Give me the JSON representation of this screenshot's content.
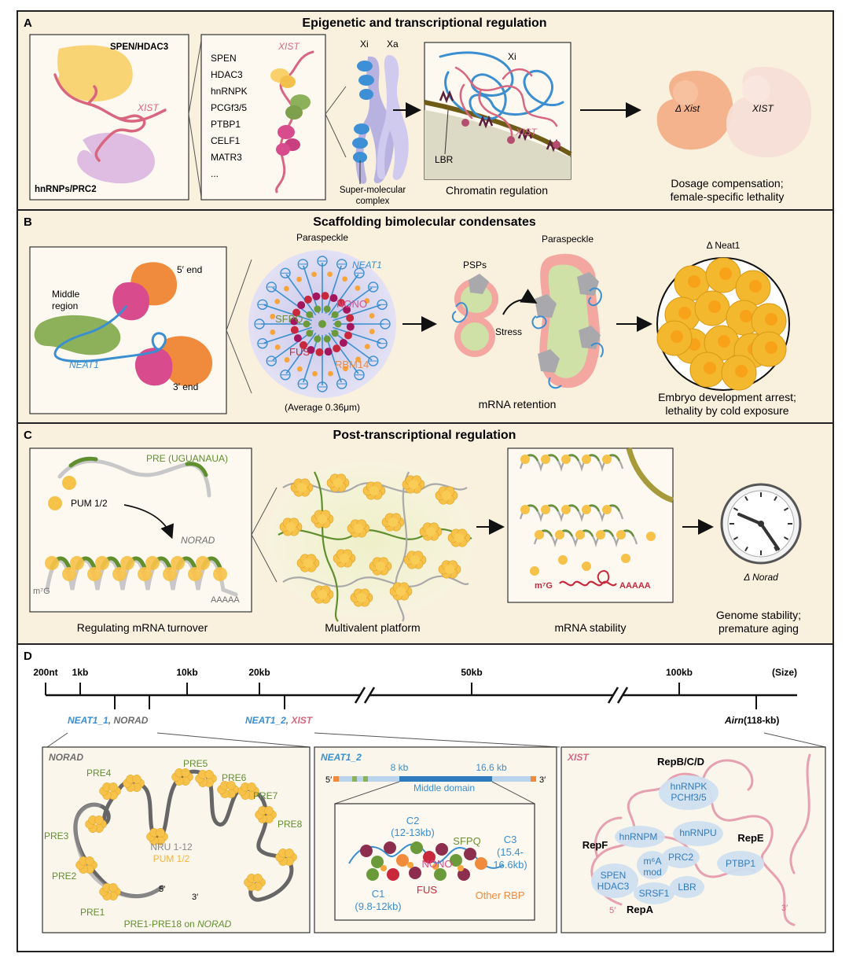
{
  "colors": {
    "panel_bg": "#f9f0de",
    "panel_border": "#222222",
    "box_bg": "#fdf9f1",
    "xist_pink": "#d9667f",
    "neat_blue": "#3b8fd1",
    "pum_yellow": "#f7c24a",
    "pre_green": "#5f8f2f",
    "spen_yellow": "#f9d06a",
    "hnrnp_lilac": "#dcb6e0",
    "sfpq_green": "#8db05a",
    "nono_magenta": "#d84c8e",
    "orange": "#f08a3c",
    "fus_red": "#c8283c",
    "grey_text": "#6e6e6e"
  },
  "panelA": {
    "letter": "A",
    "title": "Epigenetic and transcriptional regulation",
    "box1": {
      "spen_label": "SPEN/HDAC3",
      "xist_label": "XIST",
      "hnrnp_label": "hnRNPs/PRC2"
    },
    "box2": {
      "xist_label": "XIST",
      "proteins": [
        "SPEN",
        "HDAC3",
        "hnRNPK",
        "PCGf3/5",
        "PTBP1",
        "CELF1",
        "MATR3",
        "..."
      ]
    },
    "chromosome": {
      "xi": "Xi",
      "xa": "Xa",
      "caption_line1": "Super-molecular",
      "caption_line2": "complex"
    },
    "chromatin": {
      "xi": "Xi",
      "xist": "XIST",
      "lbr": "LBR",
      "caption": "Chromatin regulation"
    },
    "embryos": {
      "delta_xist": "Δ Xist",
      "xist": "XIST"
    },
    "outcome_line1": "Dosage compensation;",
    "outcome_line2": "female-specific lethality"
  },
  "panelB": {
    "letter": "B",
    "title": "Scaffolding bimolecular condensates",
    "box": {
      "five_end": "5′ end",
      "middle_line1": "Middle",
      "middle_line2": "region",
      "neat1": "NEAT1",
      "three_end": "3′ end"
    },
    "paraspeckle": {
      "title": "Paraspeckle",
      "neat1": "NEAT1",
      "nono": "NONO",
      "sfpq": "SFPQ",
      "fus": "FUS",
      "rbm14": "RBM14",
      "caption": "(Average 0.36μm)"
    },
    "retention": {
      "psps": "PSPs",
      "title": "Paraspeckle",
      "stress": "Stress",
      "caption": "mRNA retention"
    },
    "knockout": {
      "label": "Δ Neat1",
      "line1": "Embryo development arrest;",
      "line2": "lethality by cold exposure"
    }
  },
  "panelC": {
    "letter": "C",
    "title": "Post-transcriptional regulation",
    "box": {
      "pre": "PRE (UGUANAUA)",
      "pum": "PUM 1/2",
      "norad": "NORAD",
      "m7g": "m⁷G",
      "polya": "AAAAA",
      "caption": "Regulating mRNA turnover"
    },
    "platform_caption": "Multivalent platform",
    "stability": {
      "m7g": "m⁷G",
      "polya": "AAAAA",
      "caption": "mRNA stability"
    },
    "knockout": {
      "label": "Δ Norad",
      "line1": "Genome stability;",
      "line2": "premature aging"
    }
  },
  "panelD": {
    "letter": "D",
    "size_label": "(Size)",
    "ticks": [
      {
        "label": "200nt",
        "kb": 0.2
      },
      {
        "label": "1kb",
        "kb": 1
      },
      {
        "label": "10kb",
        "kb": 10
      },
      {
        "label": "20kb",
        "kb": 20
      },
      {
        "label": "50kb",
        "kb": 50
      },
      {
        "label": "100kb",
        "kb": 100
      }
    ],
    "below_neat1_1": "NEAT1_1",
    "below_sep": ", ",
    "below_norad": "NORAD",
    "below_neat1_2": "NEAT1_2",
    "below_xist": "XIST",
    "below_airn": "Airn",
    "below_airn_size": "(118-kb)",
    "norad_box": {
      "title": "NORAD",
      "pres": [
        "PRE1",
        "PRE2",
        "PRE3",
        "PRE4",
        "PRE5",
        "PRE6",
        "PRE7",
        "PRE8"
      ],
      "nru": "NRU 1-12",
      "pum": "PUM 1/2",
      "five": "5′",
      "three": "3′",
      "footer_prefix": "PRE1-PRE18 on ",
      "footer_norad": "NORAD"
    },
    "neat_box": {
      "title": "NEAT1_2",
      "kb8": "8 kb",
      "kb16": "16.6 kb",
      "five": "5′",
      "three": "3′",
      "middle": "Middle domain",
      "c2_line1": "C2",
      "c2_line2": "(12-13kb)",
      "sfpq": "SFPQ",
      "c3_line1": "C3",
      "c3_line2": "(15.4-",
      "c3_line3": "16.6kb)",
      "nono": "NONO",
      "fus": "FUS",
      "c1_line1": "C1",
      "c1_line2": "(9.8-12kb)",
      "other": "Other RBP"
    },
    "xist_box": {
      "title": "XIST",
      "repbcd": "RepB/C/D",
      "hnrnpk": "hnRNPK",
      "pchf": "PCHf3/5",
      "hnrnpm": "hnRNPM",
      "hnrnpu": "hnRNPU",
      "repf": "RepF",
      "repe": "RepE",
      "m6a_line1": "m⁶A",
      "m6a_line2": "mod",
      "prc2": "PRC2",
      "ptbp1": "PTBP1",
      "spen": "SPEN",
      "hdac3": "HDAC3",
      "srsf1": "SRSF1",
      "lbr": "LBR",
      "five": "5′",
      "repa": "RepA",
      "three": "3′"
    }
  }
}
